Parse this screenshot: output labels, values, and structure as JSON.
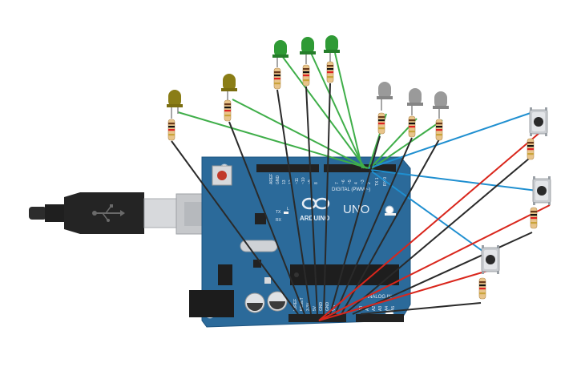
{
  "board": {
    "logo": "ARDUINO",
    "model": "UNO",
    "digital_label": "DIGITAL (PWM ~)",
    "analog_label": "ANALOG IN",
    "pin_aref": "AREF",
    "pin_gnd": "GND",
    "digital_pins": [
      "13",
      "12",
      "~11",
      "~10",
      "~9",
      "8",
      "7",
      "~6",
      "~5",
      "4",
      "~3",
      "2",
      "TX 1",
      "RX 0"
    ],
    "power_pins": [
      "IOREF",
      "RESET",
      "3.3V",
      "5V",
      "GND",
      "GND",
      "Vin"
    ],
    "analog_pins": [
      "A0",
      "A1",
      "A2",
      "A3",
      "A4",
      "A5"
    ],
    "led_tx": "TX",
    "led_rx": "RX",
    "led_l": "L"
  },
  "colors": {
    "board": "#2b6a9a",
    "wire_green": "#3fae49",
    "wire_black": "#2a2a2a",
    "wire_red": "#d9261c",
    "wire_blue": "#1f8fd0",
    "led_yellow": "#8a7d16",
    "led_green": "#2f9a35",
    "led_gray": "#9a9a9a"
  },
  "components": {
    "leds": [
      {
        "name": "yellow-led",
        "color": "yellow"
      },
      {
        "name": "yellow-led",
        "color": "yellow"
      },
      {
        "name": "green-led",
        "color": "green"
      },
      {
        "name": "green-led",
        "color": "green"
      },
      {
        "name": "green-led",
        "color": "green"
      },
      {
        "name": "gray-led",
        "color": "gray"
      },
      {
        "name": "gray-led",
        "color": "gray"
      },
      {
        "name": "gray-led",
        "color": "gray"
      }
    ],
    "buttons": 3,
    "usb_cable": "usb-b-icon"
  }
}
